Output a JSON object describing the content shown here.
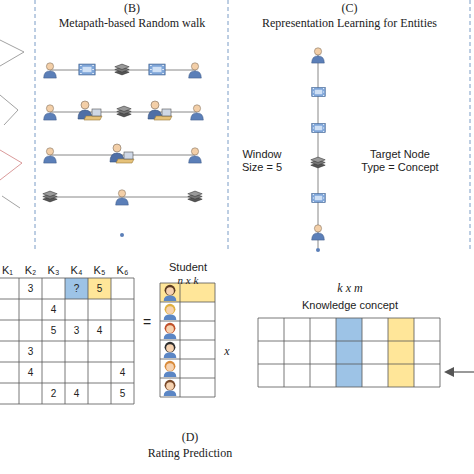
{
  "diagram": {
    "nodes": [
      {
        "text": [
          "(B)",
          "Metapath-based Random walk"
        ]
      },
      {
        "text": [
          "(C)",
          "Representation Learning for Entities"
        ]
      },
      {
        "text": [
          "(D)",
          "Rating Prediction"
        ]
      },
      {
        "text": [
          "Student",
          "n x k"
        ],
        "in": 2
      },
      {
        "text": [
          "k x m",
          "Knowledge concept"
        ],
        "in": 2
      }
    ],
    "labels": [
      "K₁",
      "K₂",
      "K₃",
      "K₄",
      "K₅",
      "K₆",
      "3",
      "?",
      "5",
      "4",
      "5",
      "3",
      "4",
      "3",
      "4",
      "4",
      "2",
      "4",
      "5",
      "=",
      "x",
      "Window Size = 5",
      "Target Node Type = Concept"
    ]
  }
}
